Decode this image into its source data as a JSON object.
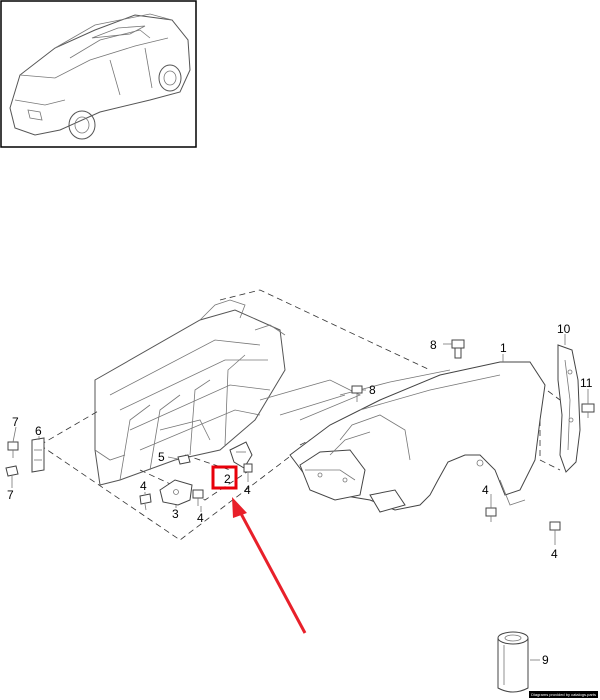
{
  "callouts": [
    {
      "id": "callout-1",
      "label": "1"
    },
    {
      "id": "callout-2",
      "label": "2"
    },
    {
      "id": "callout-3",
      "label": "3"
    },
    {
      "id": "callout-4a",
      "label": "4"
    },
    {
      "id": "callout-4b",
      "label": "4"
    },
    {
      "id": "callout-4c",
      "label": "4"
    },
    {
      "id": "callout-4d",
      "label": "4"
    },
    {
      "id": "callout-4e",
      "label": "4"
    },
    {
      "id": "callout-5",
      "label": "5"
    },
    {
      "id": "callout-6",
      "label": "6"
    },
    {
      "id": "callout-7a",
      "label": "7"
    },
    {
      "id": "callout-7b",
      "label": "7"
    },
    {
      "id": "callout-8a",
      "label": "8"
    },
    {
      "id": "callout-8b",
      "label": "8"
    },
    {
      "id": "callout-9",
      "label": "9"
    },
    {
      "id": "callout-10",
      "label": "10"
    },
    {
      "id": "callout-11",
      "label": "11"
    }
  ],
  "highlight": {
    "label": "2",
    "color": "#e8000a"
  },
  "arrow": {
    "color": "#e8202a"
  },
  "footer": {
    "text": "Diagrams provided by catalogs.parts"
  }
}
